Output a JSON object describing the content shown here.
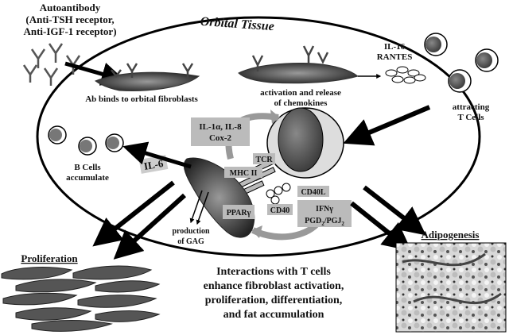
{
  "autoantibody": {
    "line1": "Autoantibody",
    "line2": "(Anti-TSH receptor,",
    "line3": "Anti-IGF-1 receptor)"
  },
  "orbital_tissue": "Orbital Tissue",
  "ab_binds": "Ab binds to orbital fibroblasts",
  "activation": {
    "line1": "activation and release",
    "line2": "of chemokines"
  },
  "chemokines": {
    "line1": "IL-16",
    "line2": "RANTES"
  },
  "attracting": {
    "line1": "attracting",
    "line2": "T Cells"
  },
  "cytokines": {
    "line1": "IL-1α, IL-8",
    "line2": "Cox-2"
  },
  "tcr": "TCR",
  "mhc": "MHC II",
  "cd40l": "CD40L",
  "cd40": "CD40",
  "ppar": "PPARγ",
  "ifn": {
    "line1": "IFNγ",
    "line2_main": "PGD",
    "sub1": "2",
    "slash": "/PGJ",
    "sub2": "2"
  },
  "il6": "IL-6",
  "bcells": {
    "line1": "B Cells",
    "line2": "accumulate"
  },
  "gag": {
    "line1": "production",
    "line2": "of GAG"
  },
  "proliferation": "Proliferation",
  "adipogenesis": "Adipogenesis",
  "interactions": {
    "line1": "Interactions with T cells",
    "line2": "enhance fibroblast activation,",
    "line3": "proliferation, differentiation,",
    "line4": "and fat accumulation"
  }
}
